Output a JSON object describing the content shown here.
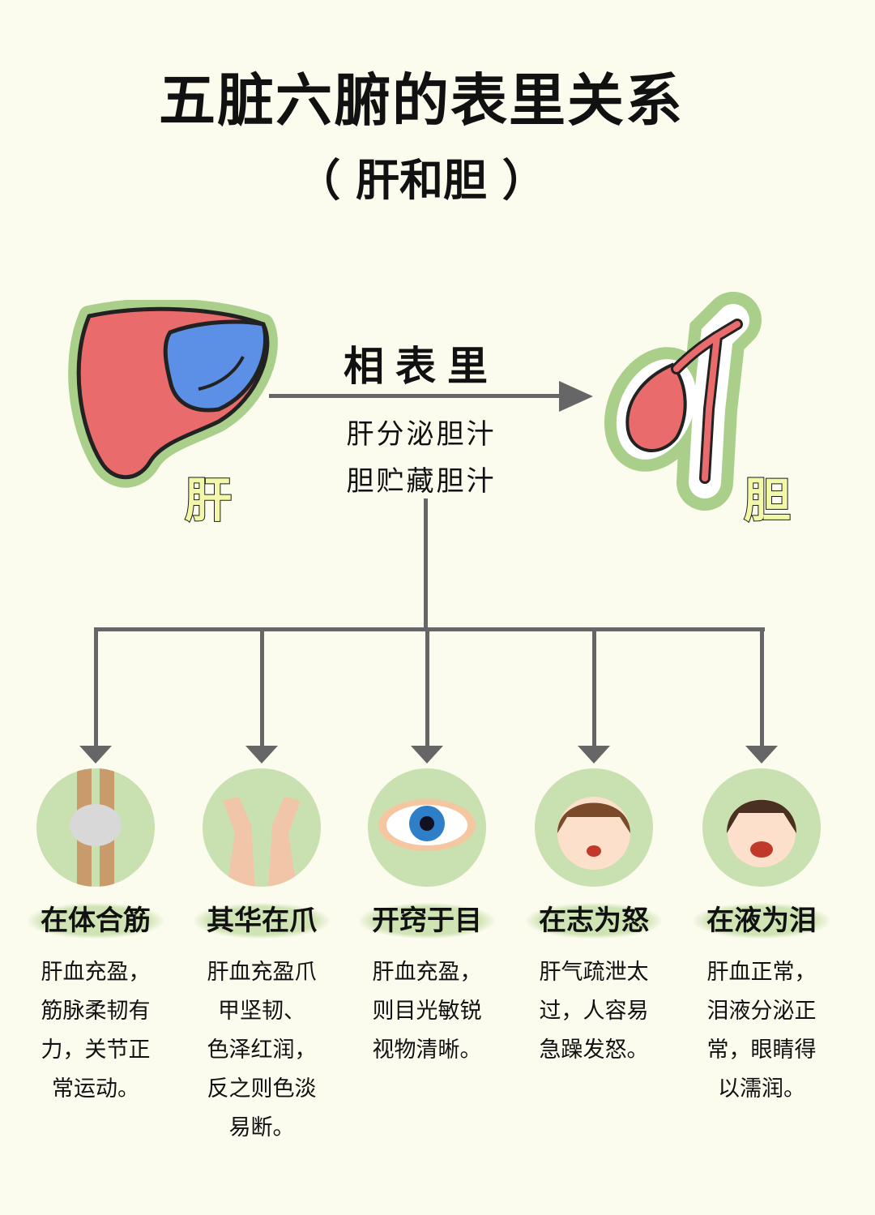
{
  "title": "五脏六腑的表里关系",
  "subtitle": "（ 肝和胆 ）",
  "organs": {
    "left": "肝",
    "right": "胆"
  },
  "relation": "相表里",
  "functions": [
    "肝分泌胆汁",
    "胆贮藏胆汁"
  ],
  "colors": {
    "background": "#fbfbee",
    "halo": "#a9cf8a",
    "liver_red": "#e96b6b",
    "liver_blue": "#5b90e6"
  },
  "items": [
    {
      "icon": "knee-joint",
      "label": "在体合筋",
      "desc": [
        "肝血充盈，",
        "筋脉柔韧有",
        "力，关节正",
        "常运动。"
      ]
    },
    {
      "icon": "hands",
      "label": "其华在爪",
      "desc": [
        "肝血充盈爪",
        "甲坚韧、",
        "色泽红润，",
        "反之则色淡",
        "易断。"
      ]
    },
    {
      "icon": "eye",
      "label": "开窍于目",
      "desc": [
        "肝血充盈，",
        "则目光敏锐",
        "视物清晰。"
      ]
    },
    {
      "icon": "angry-face",
      "label": "在志为怒",
      "desc": [
        "肝气疏泄太",
        "过，人容易",
        "急躁发怒。"
      ]
    },
    {
      "icon": "crying-face",
      "label": "在液为泪",
      "desc": [
        "肝血正常，",
        "泪液分泌正",
        "常，眼睛得",
        "以濡润。"
      ]
    }
  ]
}
